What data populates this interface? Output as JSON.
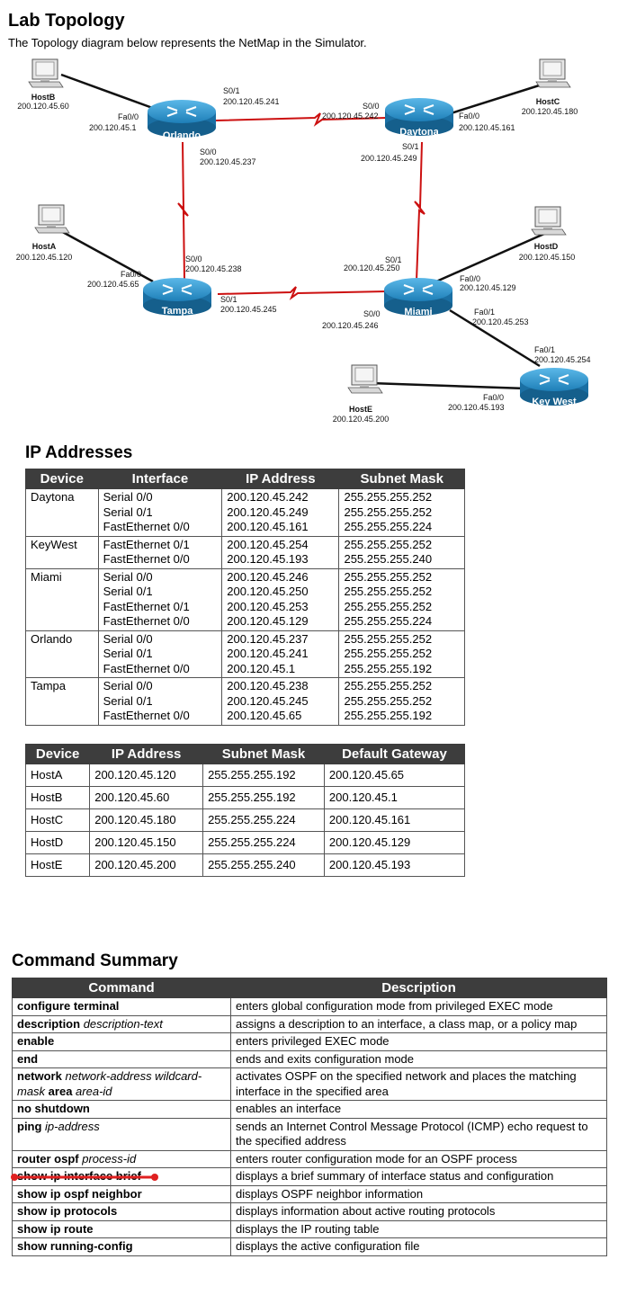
{
  "title": "Lab Topology",
  "subtitle": "The Topology diagram below represents the NetMap in the Simulator.",
  "topology": {
    "routers": {
      "orlando": "Orlando",
      "daytona": "Daytona",
      "tampa": "Tampa",
      "miami": "Miami",
      "keywest": "Key West"
    },
    "hosts": {
      "hostB": {
        "name": "HostB",
        "ip": "200.120.45.60"
      },
      "hostC": {
        "name": "HostC",
        "ip": "200.120.45.180"
      },
      "hostA": {
        "name": "HostA",
        "ip": "200.120.45.120"
      },
      "hostD": {
        "name": "HostD",
        "ip": "200.120.45.150"
      },
      "hostE": {
        "name": "HostE",
        "ip": "200.120.45.200"
      }
    },
    "labels": {
      "orl_fa00": "Fa0/0",
      "orl_fa00_ip": "200.120.45.1",
      "orl_s01": "S0/1",
      "orl_s01_ip": "200.120.45.241",
      "orl_s00": "S0/0",
      "orl_s00_ip": "200.120.45.237",
      "day_s00": "S0/0",
      "day_s00_ip": "200.120.45.242",
      "day_fa00": "Fa0/0",
      "day_fa00_ip": "200.120.45.161",
      "day_s01": "S0/1",
      "day_s01_ip": "200.120.45.249",
      "tam_fa00": "Fa0/0",
      "tam_fa00_ip": "200.120.45.65",
      "tam_s00": "S0/0",
      "tam_s00_ip": "200.120.45.238",
      "tam_s01": "S0/1",
      "tam_s01_ip": "200.120.45.245",
      "mia_s01": "S0/1",
      "mia_s01_ip": "200.120.45.250",
      "mia_fa00": "Fa0/0",
      "mia_fa00_ip": "200.120.45.129",
      "mia_fa01": "Fa0/1",
      "mia_fa01_ip": "200.120.45.253",
      "mia_s00": "S0/0",
      "mia_s00_ip": "200.120.45.246",
      "kw_fa01": "Fa0/1",
      "kw_fa01_ip": "200.120.45.254",
      "kw_fa00": "Fa0/0",
      "kw_fa00_ip": "200.120.45.193"
    }
  },
  "ip_section_title": "IP Addresses",
  "ip_table": {
    "headers": [
      "Device",
      "Interface",
      "IP Address",
      "Subnet Mask"
    ],
    "rows": [
      {
        "device": "Daytona",
        "interfaces": [
          "Serial 0/0",
          "Serial 0/1",
          "FastEthernet 0/0"
        ],
        "ips": [
          "200.120.45.242",
          "200.120.45.249",
          "200.120.45.161"
        ],
        "masks": [
          "255.255.255.252",
          "255.255.255.252",
          "255.255.255.224"
        ]
      },
      {
        "device": "KeyWest",
        "interfaces": [
          "FastEthernet 0/1",
          "FastEthernet 0/0"
        ],
        "ips": [
          "200.120.45.254",
          "200.120.45.193"
        ],
        "masks": [
          "255.255.255.252",
          "255.255.255.240"
        ]
      },
      {
        "device": "Miami",
        "interfaces": [
          "Serial 0/0",
          "Serial 0/1",
          "FastEthernet 0/1",
          "FastEthernet 0/0"
        ],
        "ips": [
          "200.120.45.246",
          "200.120.45.250",
          "200.120.45.253",
          "200.120.45.129"
        ],
        "masks": [
          "255.255.255.252",
          "255.255.255.252",
          "255.255.255.252",
          "255.255.255.224"
        ]
      },
      {
        "device": "Orlando",
        "interfaces": [
          "Serial 0/0",
          "Serial 0/1",
          "FastEthernet 0/0"
        ],
        "ips": [
          "200.120.45.237",
          "200.120.45.241",
          "200.120.45.1"
        ],
        "masks": [
          "255.255.255.252",
          "255.255.255.252",
          "255.255.255.192"
        ]
      },
      {
        "device": "Tampa",
        "interfaces": [
          "Serial 0/0",
          "Serial 0/1",
          "FastEthernet 0/0"
        ],
        "ips": [
          "200.120.45.238",
          "200.120.45.245",
          "200.120.45.65"
        ],
        "masks": [
          "255.255.255.252",
          "255.255.255.252",
          "255.255.255.192"
        ]
      }
    ]
  },
  "host_table": {
    "headers": [
      "Device",
      "IP Address",
      "Subnet Mask",
      "Default Gateway"
    ],
    "rows": [
      [
        "HostA",
        "200.120.45.120",
        "255.255.255.192",
        "200.120.45.65"
      ],
      [
        "HostB",
        "200.120.45.60",
        "255.255.255.192",
        "200.120.45.1"
      ],
      [
        "HostC",
        "200.120.45.180",
        "255.255.255.224",
        "200.120.45.161"
      ],
      [
        "HostD",
        "200.120.45.150",
        "255.255.255.224",
        "200.120.45.129"
      ],
      [
        "HostE",
        "200.120.45.200",
        "255.255.255.240",
        "200.120.45.193"
      ]
    ]
  },
  "cmd_section_title": "Command Summary",
  "cmd_table": {
    "headers": [
      "Command",
      "Description"
    ],
    "rows": [
      {
        "cmd": [
          {
            "t": "configure terminal",
            "s": "b"
          }
        ],
        "desc": "enters global configuration mode from privileged EXEC mode"
      },
      {
        "cmd": [
          {
            "t": "description ",
            "s": "b"
          },
          {
            "t": "description-text",
            "s": "i"
          }
        ],
        "desc": "assigns a description to an interface, a class map, or a policy map"
      },
      {
        "cmd": [
          {
            "t": "enable",
            "s": "b"
          }
        ],
        "desc": "enters privileged EXEC mode"
      },
      {
        "cmd": [
          {
            "t": "end",
            "s": "b"
          }
        ],
        "desc": "ends and exits configuration mode"
      },
      {
        "cmd": [
          {
            "t": "network ",
            "s": "b"
          },
          {
            "t": "network-address wildcard-mask ",
            "s": "i"
          },
          {
            "t": "area ",
            "s": "b"
          },
          {
            "t": "area-id",
            "s": "i"
          }
        ],
        "desc": "activates OSPF on the specified network and places the matching interface in the specified area"
      },
      {
        "cmd": [
          {
            "t": "no shutdown",
            "s": "b"
          }
        ],
        "desc": "enables an interface"
      },
      {
        "cmd": [
          {
            "t": "ping ",
            "s": "b"
          },
          {
            "t": "ip-address",
            "s": "i"
          }
        ],
        "desc": "sends an Internet Control Message Protocol (ICMP) echo request to the specified address"
      },
      {
        "cmd": [
          {
            "t": "router ospf ",
            "s": "b"
          },
          {
            "t": "process-id",
            "s": "i"
          }
        ],
        "desc": "enters router configuration mode for an OSPF process"
      },
      {
        "cmd": [
          {
            "t": "show ip interface brief",
            "s": "b"
          }
        ],
        "desc": "displays a brief summary of interface status and configuration"
      },
      {
        "cmd": [
          {
            "t": "show ip ospf neighbor",
            "s": "b"
          }
        ],
        "desc": "displays OSPF neighbor information"
      },
      {
        "cmd": [
          {
            "t": "show ip protocols",
            "s": "b"
          }
        ],
        "desc": "displays information about active routing protocols"
      },
      {
        "cmd": [
          {
            "t": "show ip route",
            "s": "b"
          }
        ],
        "desc": "displays the IP routing table"
      },
      {
        "cmd": [
          {
            "t": "show running-config",
            "s": "b"
          }
        ],
        "desc": "displays the active configuration file"
      }
    ]
  },
  "colors": {
    "header_bg": "#3d3d3d",
    "router_blue": "#1e7fb8",
    "serial_link": "#cc1010",
    "annotation": "#e02020"
  }
}
